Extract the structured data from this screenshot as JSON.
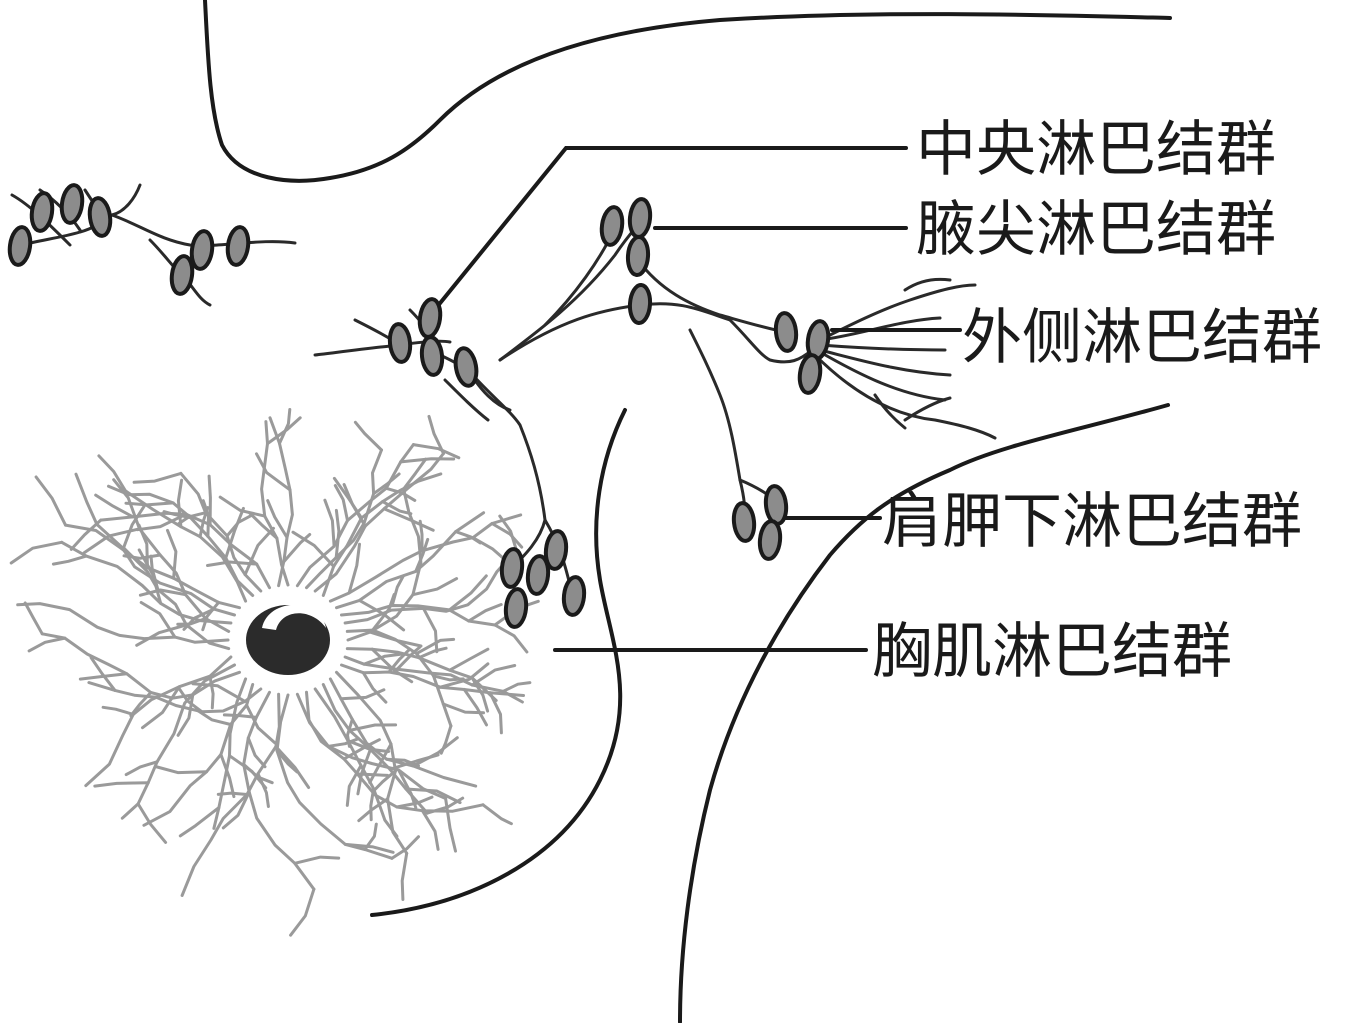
{
  "labels": {
    "central": "中央淋巴结群",
    "apical": "腋尖淋巴结群",
    "lateral": "外侧淋巴结群",
    "subscapular": "肩胛下淋巴结群",
    "pectoral": "胸肌淋巴结群"
  },
  "colors": {
    "line": "#1a1a1a",
    "node_fill": "#8c8c8c",
    "duct": "#9a9a9a",
    "nipple": "#2b2b2b"
  }
}
